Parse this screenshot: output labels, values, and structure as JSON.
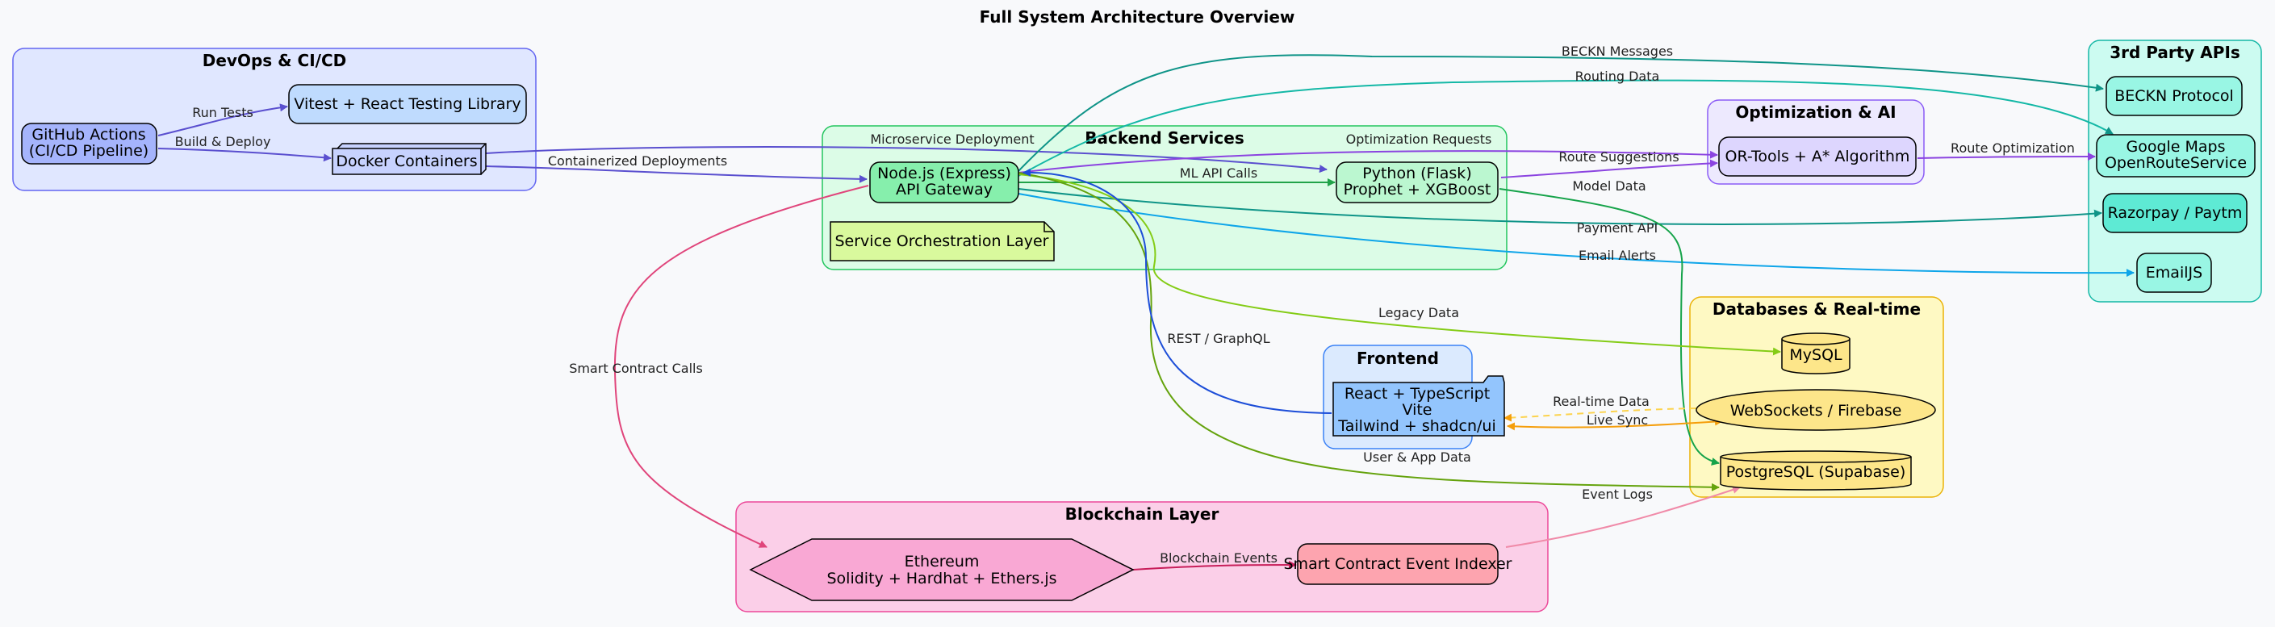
{
  "title": "Full System Architecture Overview",
  "colors": {
    "background": "#f8f9fb",
    "devops_fill": "#e0e7ff",
    "devops_border": "#6366f1",
    "backend_fill": "#dcfce7",
    "backend_border": "#22c55e",
    "optimization_fill": "#ede9fe",
    "optimization_border": "#8b5cf6",
    "thirdparty_fill": "#ccfbf1",
    "thirdparty_border": "#14b8a6",
    "databases_fill": "#fef9c3",
    "databases_border": "#eab308",
    "frontend_fill": "#dbeafe",
    "frontend_border": "#3b82f6",
    "blockchain_fill": "#fbcfe8",
    "blockchain_border": "#ec4899"
  },
  "clusters": {
    "devops": "DevOps & CI/CD",
    "backend": "Backend Services",
    "optimization": "Optimization & AI",
    "third_party": "3rd Party APIs",
    "databases": "Databases & Real-time",
    "frontend": "Frontend",
    "blockchain": "Blockchain Layer"
  },
  "nodes": {
    "github_actions": [
      "GitHub Actions",
      "(CI/CD Pipeline)"
    ],
    "vitest": [
      "Vitest + React Testing Library"
    ],
    "docker": [
      "Docker Containers"
    ],
    "node_gateway": [
      "Node.js (Express)",
      "API Gateway"
    ],
    "python_flask": [
      "Python (Flask)",
      "Prophet + XGBoost"
    ],
    "orchestration_note": [
      "Service Orchestration Layer"
    ],
    "or_tools": [
      "OR-Tools + A* Algorithm"
    ],
    "beckn": [
      "BECKN Protocol"
    ],
    "google_maps": [
      "Google Maps",
      "OpenRouteService"
    ],
    "razorpay": [
      "Razorpay / Paytm"
    ],
    "emailjs": [
      "EmailJS"
    ],
    "mysql": [
      "MySQL"
    ],
    "websockets": [
      "WebSockets / Firebase"
    ],
    "postgres": [
      "PostgreSQL (Supabase)"
    ],
    "react": [
      "React + TypeScript",
      "Vite",
      "Tailwind + shadcn/ui"
    ],
    "ethereum": [
      "Ethereum",
      "Solidity + Hardhat + Ethers.js"
    ],
    "indexer": [
      "Smart Contract Event Indexer"
    ]
  },
  "edges": {
    "run_tests": "Run Tests",
    "build_deploy": "Build & Deploy",
    "containerized": "Containerized Deployments",
    "microservice": "Microservice Deployment",
    "ml_api": "ML API Calls",
    "optimization_requests": "Optimization Requests",
    "route_suggestions": "Route Suggestions",
    "route_optimization": "Route Optimization",
    "beckn_messages": "BECKN Messages",
    "routing_data": "Routing Data",
    "payment_api": "Payment API",
    "email_alerts": "Email Alerts",
    "model_data": "Model Data",
    "legacy_data": "Legacy Data",
    "rest_graphql": "REST / GraphQL",
    "realtime_data": "Real-time Data",
    "live_sync": "Live Sync",
    "user_app_data": "User & App Data",
    "event_logs": "Event Logs",
    "blockchain_events": "Blockchain Events",
    "smart_contract_calls": "Smart Contract Calls"
  }
}
